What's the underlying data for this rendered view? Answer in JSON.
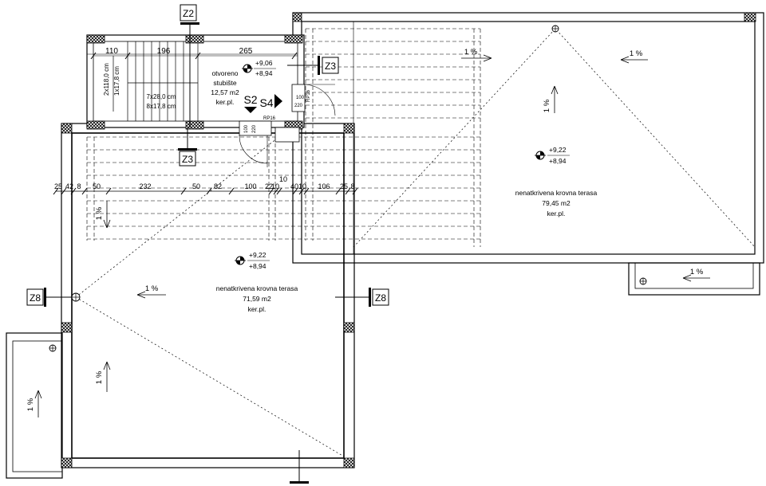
{
  "section_markers": {
    "z2_top": "Z2",
    "z3_right": "Z3",
    "z3_bottom": "Z3",
    "z8_left": "Z8",
    "z8_right": "Z8"
  },
  "stair_dims": {
    "d110": "110",
    "d196": "196",
    "d265": "265",
    "vert1": "2x118,0 cm",
    "vert2": "1x17,8 cm",
    "steps1": "7x28,0 cm",
    "steps2": "8x17,8 cm"
  },
  "staircase_room": {
    "name1": "otvoreno",
    "name2": "stubište",
    "area": "12,57 m2",
    "floor": "ker.pl.",
    "level_top": "+9,06",
    "level_bottom": "+8,94"
  },
  "symbols": {
    "s2": "S2",
    "s4": "S4"
  },
  "openings": {
    "door_right_a": "100",
    "door_right_b": "220",
    "door_right_c": "RP16",
    "door_left_a": "100",
    "door_left_b": "220",
    "door_left_c": "RP16"
  },
  "dimension_chain": [
    "25",
    "42",
    "8",
    "50",
    "232",
    "50",
    "82",
    "100",
    "22",
    "10",
    "40",
    "10",
    "106",
    "25",
    "8"
  ],
  "dimension_extra": "10",
  "terrace_main": {
    "name": "nenatkrivena krovna terasa",
    "area": "71,59 m2",
    "floor": "ker.pl.",
    "level_top": "+9,22",
    "level_bottom": "+8,94"
  },
  "terrace_right": {
    "name": "nenatkrivena krovna terasa",
    "area": "79,45 m2",
    "floor": "ker.pl.",
    "level_top": "+9,22",
    "level_bottom": "+8,94"
  },
  "slopes": {
    "main_horizontal": "1 %",
    "main_vertical_upper": "1 %",
    "main_vertical_lower": "1 %",
    "right_horizontal_a": "1 %",
    "right_horizontal_b": "1 %",
    "right_vertical": "1 %",
    "right_lower_box": "1 %",
    "left_box": "1 %"
  }
}
